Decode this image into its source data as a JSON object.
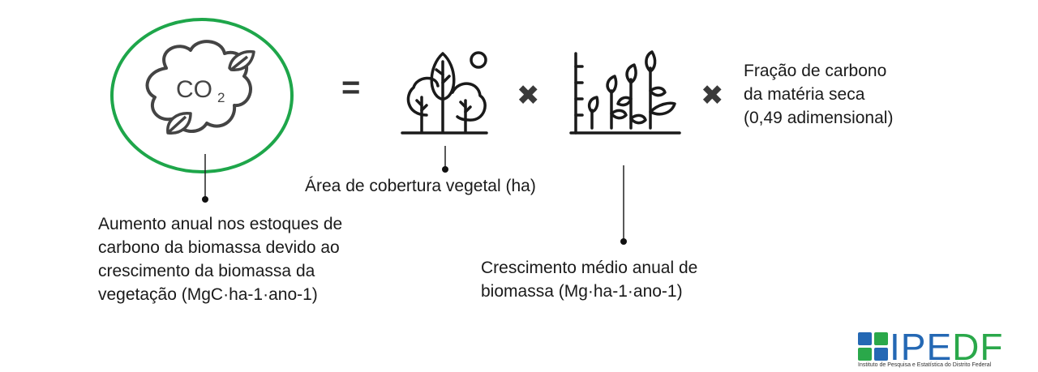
{
  "formula": {
    "equals": "=",
    "multiply": "✖",
    "co2_label": "CO",
    "co2_subscript": "2",
    "fraction_lines": [
      "Fração de carbono",
      "da matéria seca",
      "(0,49 adimensional)"
    ],
    "area_label": "Área de cobertura vegetal (ha)",
    "increase_lines": [
      "Aumento anual nos estoques de",
      "carbono da biomassa devido ao",
      "crescimento da biomassa da",
      "vegetação (MgC·ha-1·ano-1)"
    ],
    "growth_lines": [
      "Crescimento médio anual de",
      "biomassa (Mg·ha-1·ano-1)"
    ]
  },
  "logo": {
    "name_blue": "IPE",
    "name_green": "DF",
    "subtitle": "Instituto de Pesquisa e Estatística do Distrito Federal"
  },
  "colors": {
    "circle_green": "#1ea64a",
    "logo_blue": "#2468b4",
    "logo_green": "#2aa84a",
    "icon_dark": "#1a1a1a",
    "co2_gray": "#444444"
  }
}
